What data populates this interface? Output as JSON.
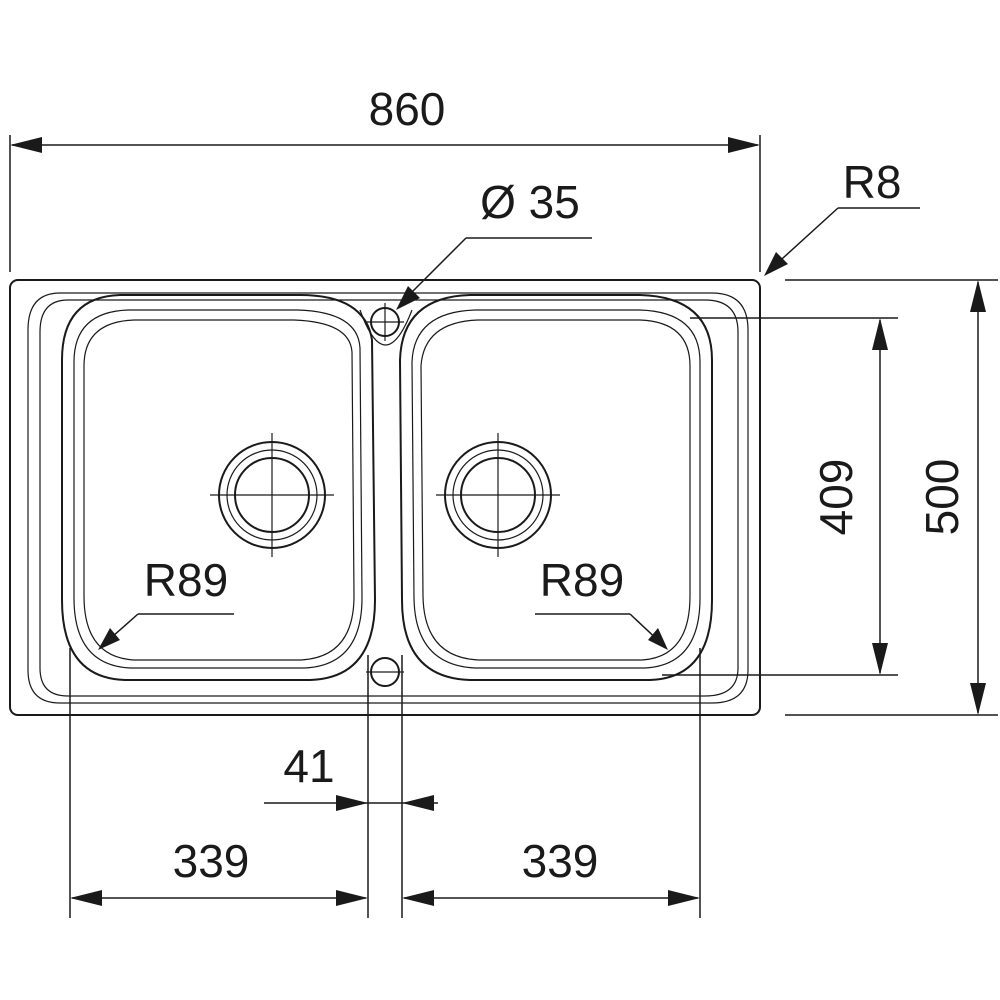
{
  "dimensions": {
    "overall_width": "860",
    "tap_hole": "Ø 35",
    "corner_radius": "R8",
    "bowl_depth": "409",
    "overall_depth": "500",
    "left_bowl_radius": "R89",
    "right_bowl_radius": "R89",
    "bowl_gap": "41",
    "left_bowl_width": "339",
    "right_bowl_width": "339"
  },
  "colors": {
    "line": "#1a1a1a",
    "background": "#ffffff"
  }
}
